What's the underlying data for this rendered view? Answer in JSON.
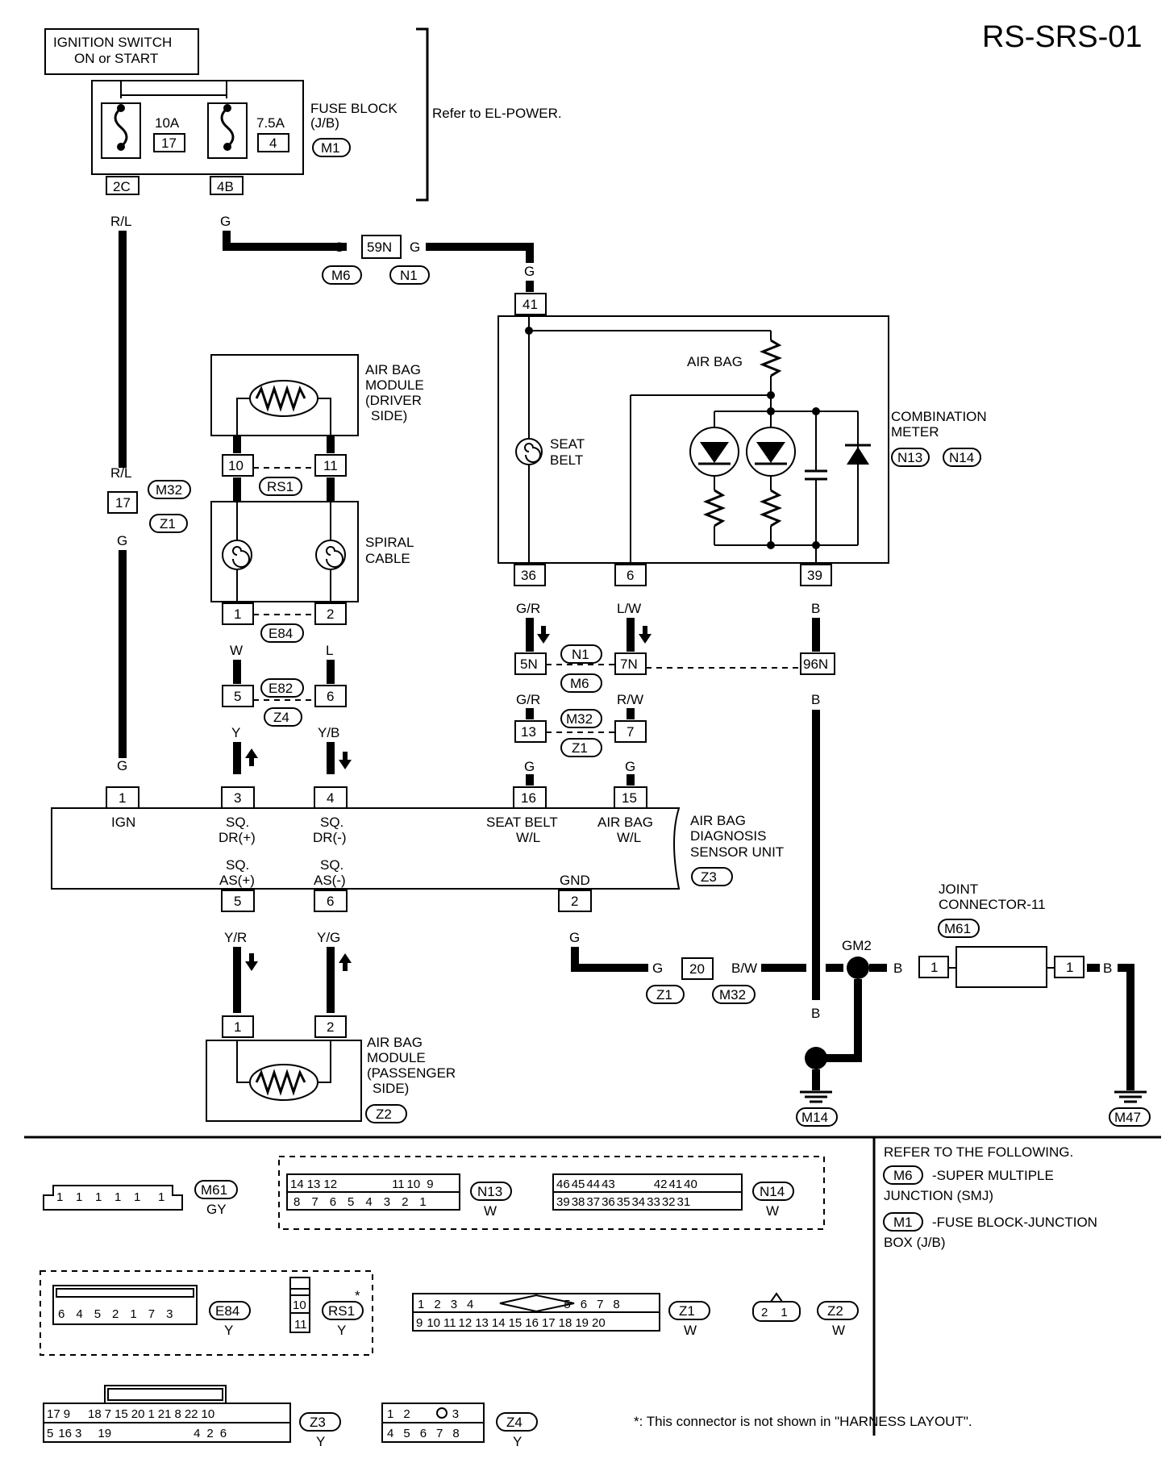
{
  "title": "RS-SRS-01",
  "ignition": {
    "line1": "IGNITION SWITCH",
    "line2": "ON or START"
  },
  "fuse_block": {
    "line1": "FUSE BLOCK",
    "line2": "(J/B)",
    "ref_code": "M1",
    "fuse1_amp": "10A",
    "fuse1_num": "17",
    "fuse2_amp": "7.5A",
    "fuse2_num": "4",
    "term1": "2C",
    "term2": "4B",
    "refer_note": "Refer to EL-POWER."
  },
  "wire_colors": {
    "rl": "R/L",
    "g": "G",
    "w": "W",
    "l": "L",
    "y": "Y",
    "yb": "Y/B",
    "gr": "G/R",
    "lw": "L/W",
    "rw": "R/W",
    "b": "B",
    "yr": "Y/R",
    "yg": "Y/G",
    "bw": "B/W"
  },
  "connectors": {
    "c59n": "59N",
    "m6": "M6",
    "n1": "N1",
    "m32": "M32",
    "z1": "Z1",
    "c41": "41",
    "c36": "36",
    "c6": "6",
    "c39": "39",
    "c10": "10",
    "c11": "11",
    "rs1": "RS1",
    "c1": "1",
    "c2": "2",
    "e84": "E84",
    "c5": "5",
    "c6b": "6",
    "e82": "E82",
    "z4": "Z4",
    "c17": "17",
    "c5n": "5N",
    "c7n": "7N",
    "c96n": "96N",
    "c13": "13",
    "c7": "7",
    "c16": "16",
    "c15": "15",
    "c3": "3",
    "c4": "4",
    "c20": "20",
    "gm2": "GM2",
    "m61": "M61",
    "m14": "M14",
    "m47": "M47",
    "z2": "Z2",
    "z3": "Z3"
  },
  "combination_meter": {
    "line1": "COMBINATION",
    "line2": "METER",
    "code1": "N13",
    "code2": "N14",
    "airbag_label": "AIR BAG",
    "seat": "SEAT",
    "belt": "BELT"
  },
  "airbag_driver": {
    "line1": "AIR BAG",
    "line2": "MODULE",
    "line3": "(DRIVER",
    "line4": "SIDE)"
  },
  "spiral_cable": {
    "line1": "SPIRAL",
    "line2": "CABLE"
  },
  "airbag_passenger": {
    "line1": "AIR BAG",
    "line2": "MODULE",
    "line3": "(PASSENGER",
    "line4": "SIDE)"
  },
  "sensor_unit": {
    "line1": "AIR BAG",
    "line2": "DIAGNOSIS",
    "line3": "SENSOR UNIT",
    "ign": "IGN",
    "sq": "SQ.",
    "dr_plus": "DR(+)",
    "dr_minus": "DR(-)",
    "seatbelt": "SEAT BELT",
    "wl": "W/L",
    "airbag": "AIR BAG",
    "as_plus": "AS(+)",
    "as_minus": "AS(-)",
    "gnd": "GND"
  },
  "joint_connector": {
    "line1": "JOINT",
    "line2": "CONNECTOR-11"
  },
  "legend": {
    "refer": "REFER TO THE FOLLOWING.",
    "m6_desc1": "-SUPER MULTIPLE",
    "m6_desc2": "JUNCTION (SMJ)",
    "m1_desc1": "-FUSE BLOCK-JUNCTION",
    "m1_desc2": "BOX (J/B)",
    "footnote": "*: This connector is not shown in \"HARNESS LAYOUT\"."
  },
  "connector_views": {
    "m61": {
      "code": "M61",
      "color": "GY",
      "pins": [
        "1",
        "1",
        "1",
        "1",
        "1",
        "1"
      ]
    },
    "n13": {
      "code": "N13",
      "color": "W",
      "top": [
        "14",
        "13",
        "12",
        "11",
        "10",
        "9"
      ],
      "bottom": [
        "8",
        "7",
        "6",
        "5",
        "4",
        "3",
        "2",
        "1"
      ]
    },
    "n14": {
      "code": "N14",
      "color": "W",
      "top": [
        "46",
        "45",
        "44",
        "43",
        "42",
        "41",
        "40"
      ],
      "bottom": [
        "39",
        "38",
        "37",
        "36",
        "35",
        "34",
        "33",
        "32",
        "31"
      ]
    },
    "e84": {
      "code": "E84",
      "color": "Y",
      "pins": [
        "6",
        "4",
        "5",
        "2",
        "1",
        "7",
        "3"
      ]
    },
    "rs1": {
      "code": "RS1",
      "color": "Y",
      "pins": [
        "10",
        "11"
      ],
      "star": "*"
    },
    "z1": {
      "code": "Z1",
      "color": "W",
      "top": [
        "1",
        "2",
        "3",
        "4",
        "5",
        "6",
        "7",
        "8"
      ],
      "bottom": [
        "9",
        "10",
        "11",
        "12",
        "13",
        "14",
        "15",
        "16",
        "17",
        "18",
        "19",
        "20"
      ]
    },
    "z2": {
      "code": "Z2",
      "color": "W",
      "pins": [
        "2",
        "1"
      ]
    },
    "z3": {
      "code": "Z3",
      "color": "Y",
      "top": [
        "17",
        "9",
        "18",
        "7",
        "15",
        "20",
        "1",
        "21",
        "8",
        "22",
        "10"
      ],
      "bottom": [
        "5",
        "16",
        "3",
        "19",
        "4",
        "2",
        "6"
      ]
    },
    "z4": {
      "code": "Z4",
      "color": "Y",
      "top": [
        "1",
        "2",
        "3"
      ],
      "bottom": [
        "4",
        "5",
        "6",
        "7",
        "8"
      ]
    }
  }
}
